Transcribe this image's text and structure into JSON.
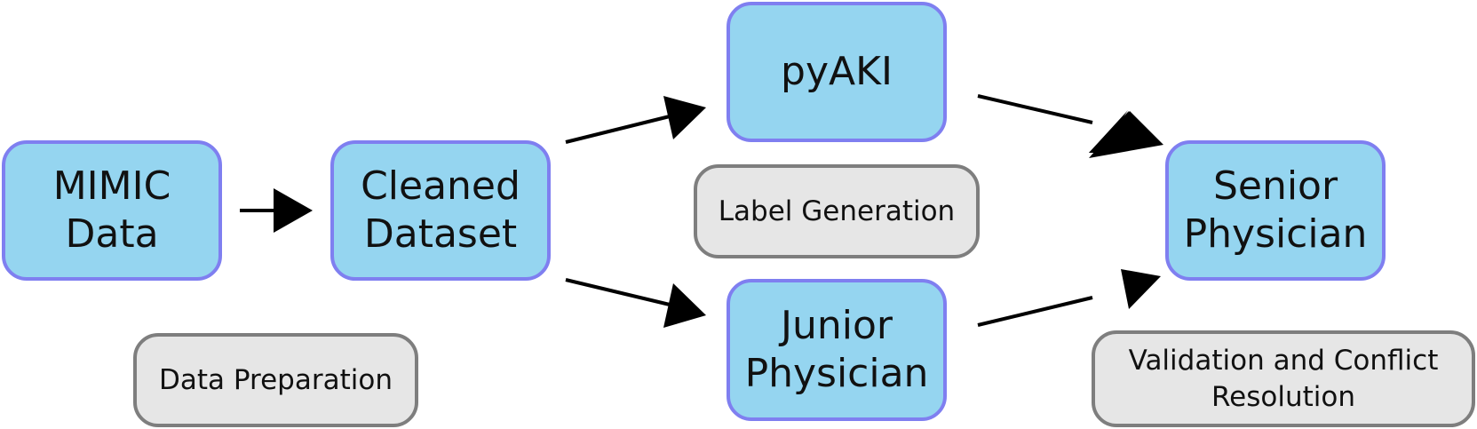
{
  "nodes": {
    "mimic": "MIMIC Data",
    "cleaned": "Cleaned\nDataset",
    "pyaki": "pyAKI",
    "junior": "Junior\nPhysician",
    "senior": "Senior\nPhysician"
  },
  "stages": {
    "preparation": "Data Preparation",
    "generation": "Label Generation",
    "validation": "Validation and Conflict\nResolution"
  },
  "colors": {
    "node_fill": "#95d5f0",
    "node_border": "#7f7ff0",
    "stage_fill": "#e6e6e6",
    "stage_border": "#7e7e7e",
    "arrow": "#000000"
  }
}
